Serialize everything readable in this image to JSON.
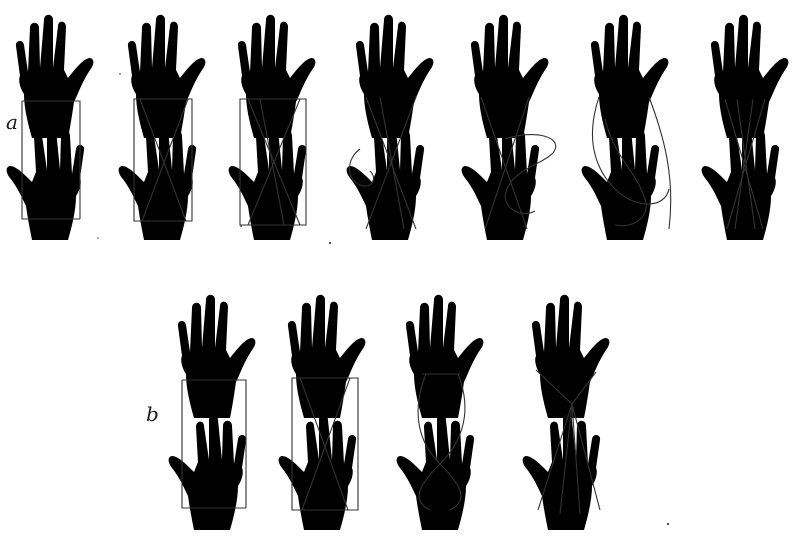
{
  "figure": {
    "row_labels": {
      "a": "a",
      "b": "b"
    },
    "rows": [
      {
        "id": "a",
        "panel_count": 7
      },
      {
        "id": "b",
        "panel_count": 4
      }
    ],
    "colors": {
      "ink": "#1e1e1e",
      "paper": "#ffffff"
    }
  }
}
